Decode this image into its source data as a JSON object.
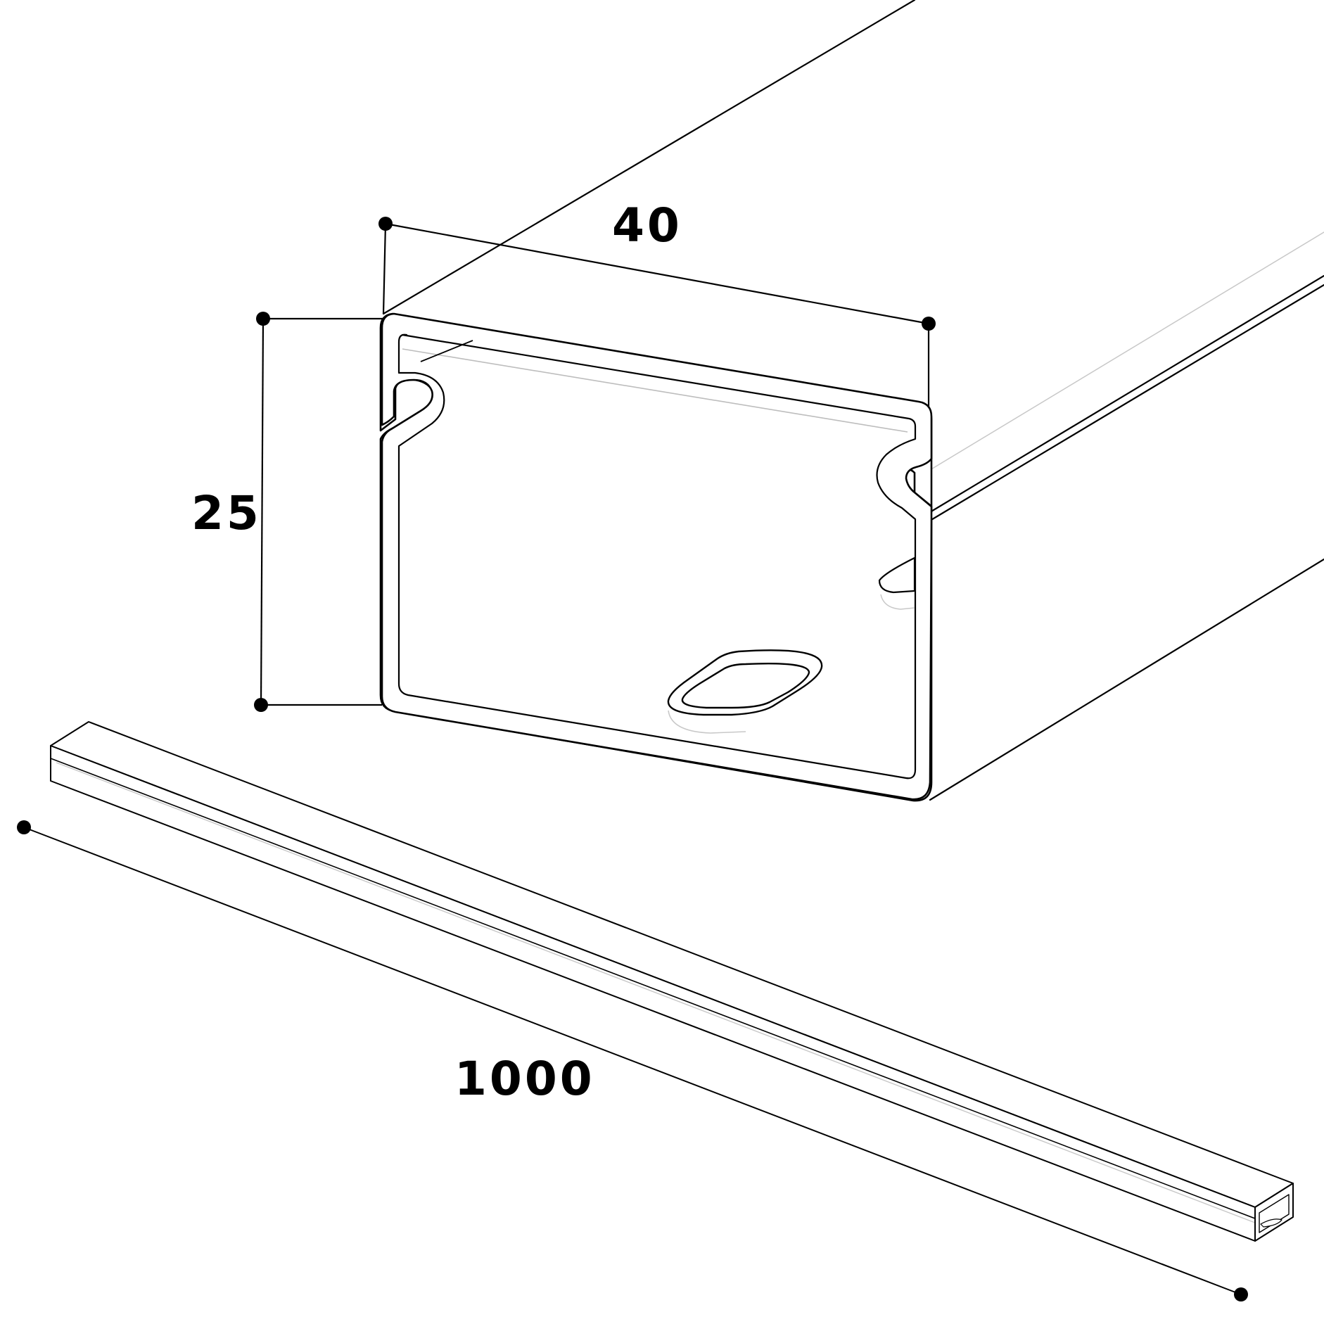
{
  "dimensions": {
    "width": "40",
    "height": "25",
    "length": "1000"
  },
  "colors": {
    "line": "#000000",
    "body": "#ffffff",
    "inner_highlight": "#bdbdbd"
  }
}
